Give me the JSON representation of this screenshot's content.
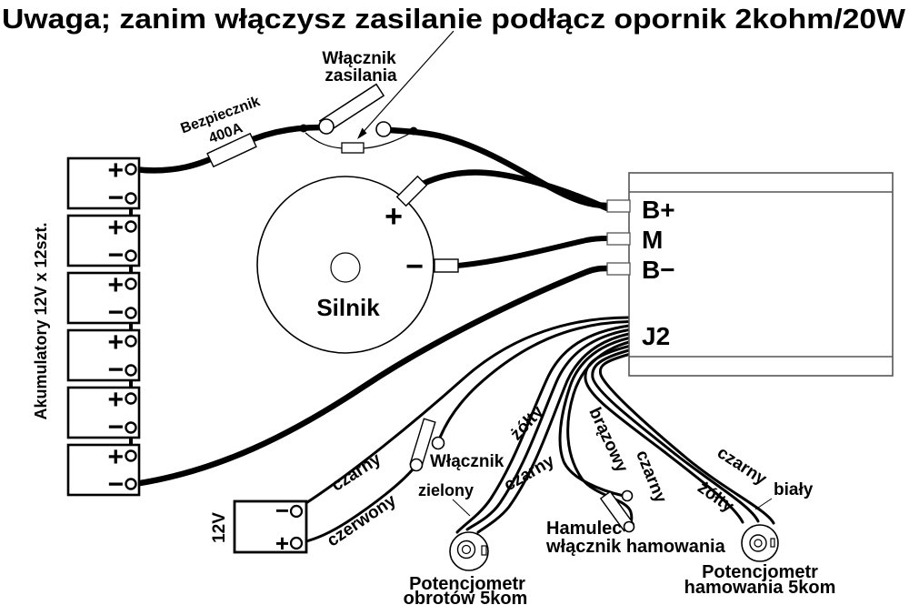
{
  "title": "Uwaga; zanim włączysz zasilanie podłącz opornik 2kohm/20W",
  "colors": {
    "wire_red": "#cc2222",
    "wire_black": "#000000",
    "box_gray": "#555555"
  },
  "symbols": {
    "plus": "+",
    "minus": "−"
  },
  "battery_bank": {
    "label": "Akumulatory  12V  x  12szt.",
    "count": 6
  },
  "fuse": {
    "label_line1": "Bezpiecznik",
    "label_line2": "400A"
  },
  "power_switch": {
    "label_line1": "Włącznik",
    "label_line2": "zasilania"
  },
  "motor": {
    "label": "Silnik"
  },
  "controller": {
    "terminal_bplus": "B+",
    "terminal_m": "M",
    "terminal_bminus": "B−",
    "connector": "J2"
  },
  "aux_battery": {
    "label": "12V"
  },
  "aux_switch": {
    "label": "Włącznik"
  },
  "brake_switch": {
    "label_line1": "Hamulec",
    "label_line2": "włącznik hamowania"
  },
  "pot_speed": {
    "label_line1": "Potencjometr",
    "label_line2": "obrotów  5kom"
  },
  "pot_brake": {
    "label_line1": "Potencjometr",
    "label_line2": "hamowania 5kom"
  },
  "wires": {
    "black_12v": "czarny",
    "red_12v": "czerwony",
    "green_pot1": "zielony",
    "yellow_pot1": "żółty",
    "black_pot1": "czarny",
    "brown_brake": "brązowy",
    "black_brake": "czarny",
    "yellow_pot2": "żółty",
    "white_pot2": "biały",
    "black_pot2": "czarny"
  }
}
